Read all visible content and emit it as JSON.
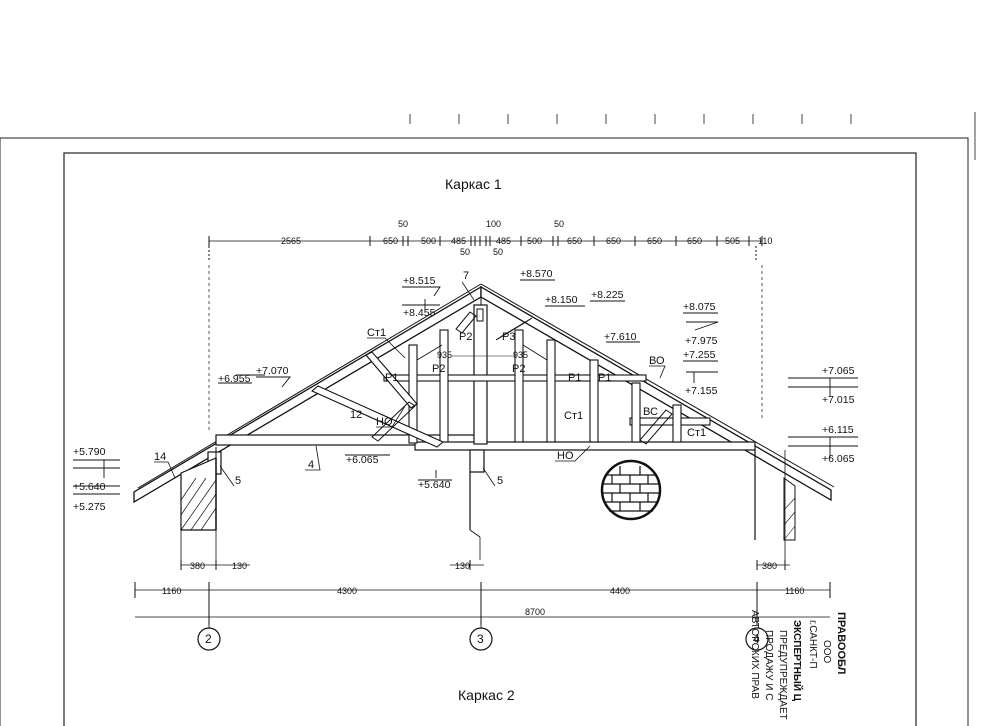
{
  "titles": {
    "top": "Каркас 1",
    "bottom": "Каркас 2"
  },
  "top_dims": [
    "2565",
    "650",
    "500",
    "485",
    "485",
    "500",
    "650",
    "650",
    "650",
    "650",
    "505",
    "110"
  ],
  "top_small": [
    "50",
    "100",
    "50",
    "50",
    "50"
  ],
  "spacing_935": [
    "935",
    "935"
  ],
  "elevations": {
    "e8515": "+8.515",
    "e8455": "+8.455",
    "e8570": "+8.570",
    "e8150": "+8.150",
    "e8225": "+8.225",
    "e7610": "+7.610",
    "e8075": "+8.075",
    "e7975": "+7.975",
    "e7255": "+7.255",
    "e7155": "+7.155",
    "e7070": "+7.070",
    "e6955": "+6.955",
    "e7065": "+7.065",
    "e7015": "+7.015",
    "e6115": "+6.115",
    "e6065r": "+6.065",
    "e6065": "+6.065",
    "e5640": "+5.640",
    "e5790": "+5.790",
    "e5640l": "+5.640",
    "e5275": "+5.275"
  },
  "marks": {
    "m7": "7",
    "p2a": "P2",
    "p3": "P3",
    "st1a": "Ст1",
    "p1a": "P1",
    "p2b": "P2",
    "p2c": "P2",
    "p1b": "P1",
    "p1c": "P1",
    "vo": "ВО",
    "m12": "12",
    "no1": "НО",
    "st1b": "Ст1",
    "vs": "ВС",
    "st1c": "Ст1",
    "no2": "НО",
    "m4": "4",
    "m5a": "5",
    "m5b": "5",
    "m14": "14"
  },
  "bottom_dims": {
    "d380a": "380",
    "d130a": "130",
    "d130b": "130",
    "d380b": "380",
    "d1160a": "1160",
    "d4300": "4300",
    "d4400": "4400",
    "d1160b": "1160",
    "d8700": "8700"
  },
  "axes": [
    "2",
    "3",
    "4"
  ],
  "stamp_lines": [
    "ПРАВООБЛ",
    "ООО",
    "г.САНКТ-П",
    "ЭКСПЕРТНЫЙ Ц",
    "ПРЕДУПРЕЖДАЕТ",
    "ПРОДАЖУ И С",
    "АВТОРСКИХ ПРАВ"
  ]
}
